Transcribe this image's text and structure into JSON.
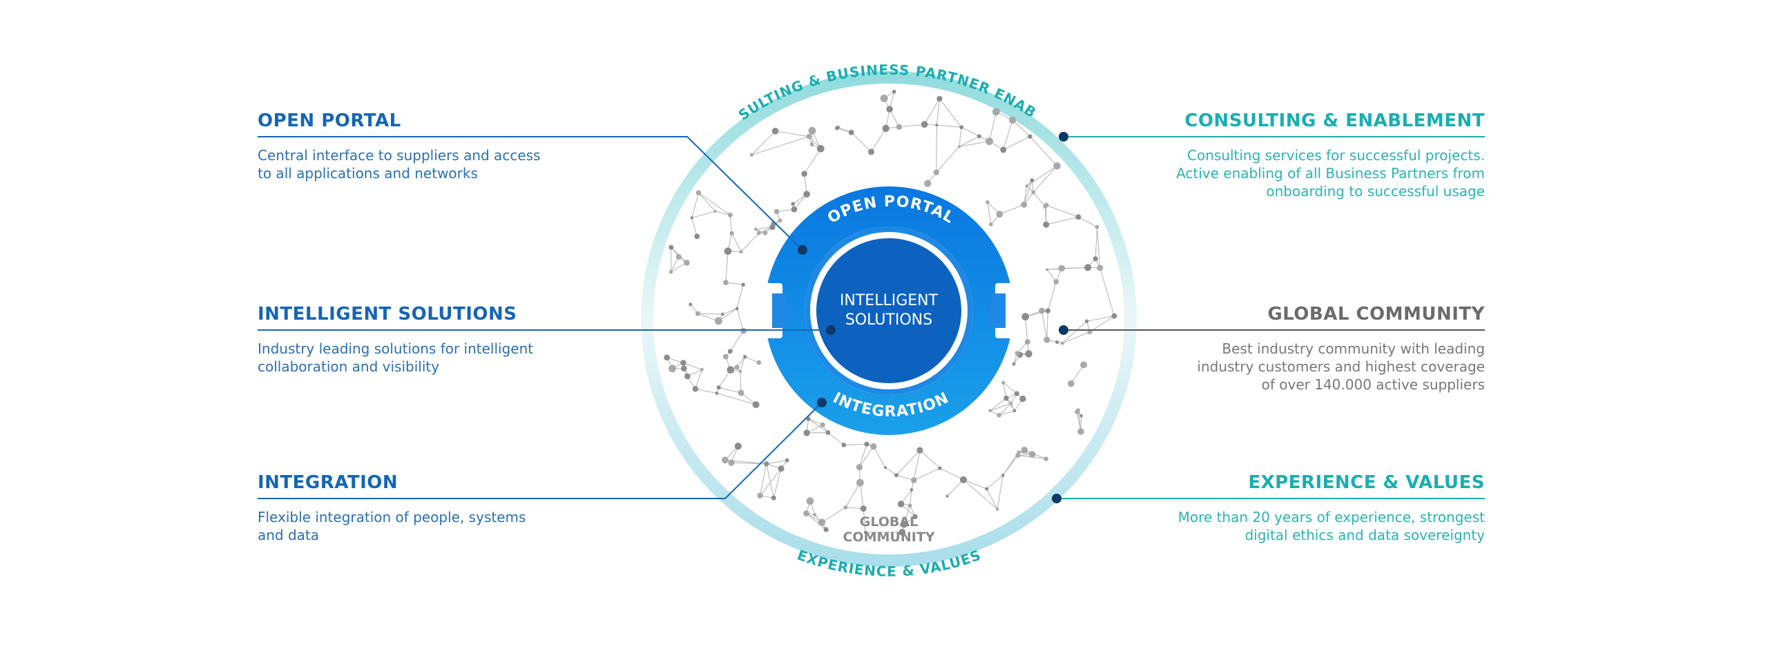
{
  "left_items": [
    {
      "title": "OPEN PORTAL",
      "desc": [
        "Central interface to suppliers and access",
        "to all applications and networks"
      ]
    },
    {
      "title": "INTELLIGENT SOLUTIONS",
      "desc": [
        "Industry leading solutions for intelligent",
        "collaboration and visibility"
      ]
    },
    {
      "title": "INTEGRATION",
      "desc": [
        "Flexible integration of people, systems",
        "and data"
      ]
    }
  ],
  "right_items": [
    {
      "title": "CONSULTING & ENABLEMENT",
      "desc": [
        "Consulting services for successful projects.",
        "Active enabling of all Business Partners from",
        "onboarding to successful usage"
      ]
    },
    {
      "title": "GLOBAL COMMUNITY",
      "desc": [
        "Best industry community with leading",
        "industry customers and highest coverage",
        "of over 140.000 active suppliers"
      ]
    },
    {
      "title": "EXPERIENCE & VALUES",
      "desc": [
        "More than 20 years of experience, strongest",
        "digital ethics and data sovereignty"
      ]
    }
  ],
  "diagram": {
    "outer_top_label": "CONSULTING & BUSINESS PARTNER ENABLING",
    "outer_bottom_label": "EXPERIENCE & VALUES",
    "ring_top_label": "OPEN PORTAL",
    "ring_bottom_label": "INTEGRATION",
    "center_label": [
      "INTELLIGENT",
      "SOLUTIONS"
    ],
    "network_label": [
      "GLOBAL",
      "COMMUNITY"
    ]
  },
  "colors": {
    "dark_blue": "#1565b7",
    "ring_blue": "#1e88e5",
    "center_blue": "#0d62c0",
    "teal": "#19aeb1",
    "gray": "#6b6b6b",
    "node_dark": "#0b3a66"
  }
}
